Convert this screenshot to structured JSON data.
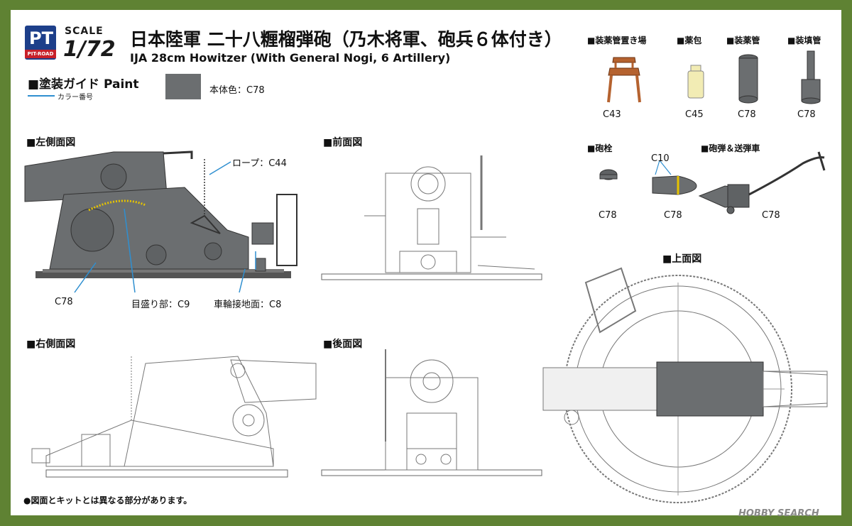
{
  "brand": {
    "logo_mark": "PT",
    "logo_sub": "PIT-ROAD"
  },
  "scale": {
    "word": "SCALE",
    "value": "1/72"
  },
  "title": {
    "jp": "日本陸軍 二十八糎榴弾砲（乃木将軍、砲兵６体付き）",
    "en": "IJA 28cm Howitzer (With General Nogi, 6 Artillery)"
  },
  "paint_guide": {
    "heading": "■塗装ガイド Paint",
    "color_number_note": "カラー番号",
    "body_color_label": "本体色：C78",
    "body_color_hex": "#6b6e70"
  },
  "views": {
    "left_side": "■左側面図",
    "front": "■前面図",
    "right_side": "■右側面図",
    "rear": "■後面図",
    "top": "■上面図"
  },
  "callouts": {
    "rope": "ロープ：C44",
    "main": "C78",
    "scale_marks": "目盛り部：C9",
    "wheel_contact": "車輪接地面：C8"
  },
  "parts": [
    {
      "name": "■装薬管置き場",
      "color": "C43"
    },
    {
      "name": "■薬包",
      "color": "C45"
    },
    {
      "name": "■装薬管",
      "color": "C78"
    },
    {
      "name": "■装填管",
      "color": "C78"
    },
    {
      "name": "■砲栓",
      "color": "C78"
    }
  ],
  "shell_group": {
    "name": "■砲弾＆送弾車",
    "tip_color": "C10",
    "shell_color": "C78",
    "cart_color": "C78"
  },
  "note": "●図面とキットとは異なる部分があります。",
  "watermark": "HOBBY SEARCH",
  "colors": {
    "border": "#5f8233",
    "callout_line": "#2f8fd0",
    "logo_blue": "#1d3f8a",
    "logo_red": "#c8202a"
  }
}
